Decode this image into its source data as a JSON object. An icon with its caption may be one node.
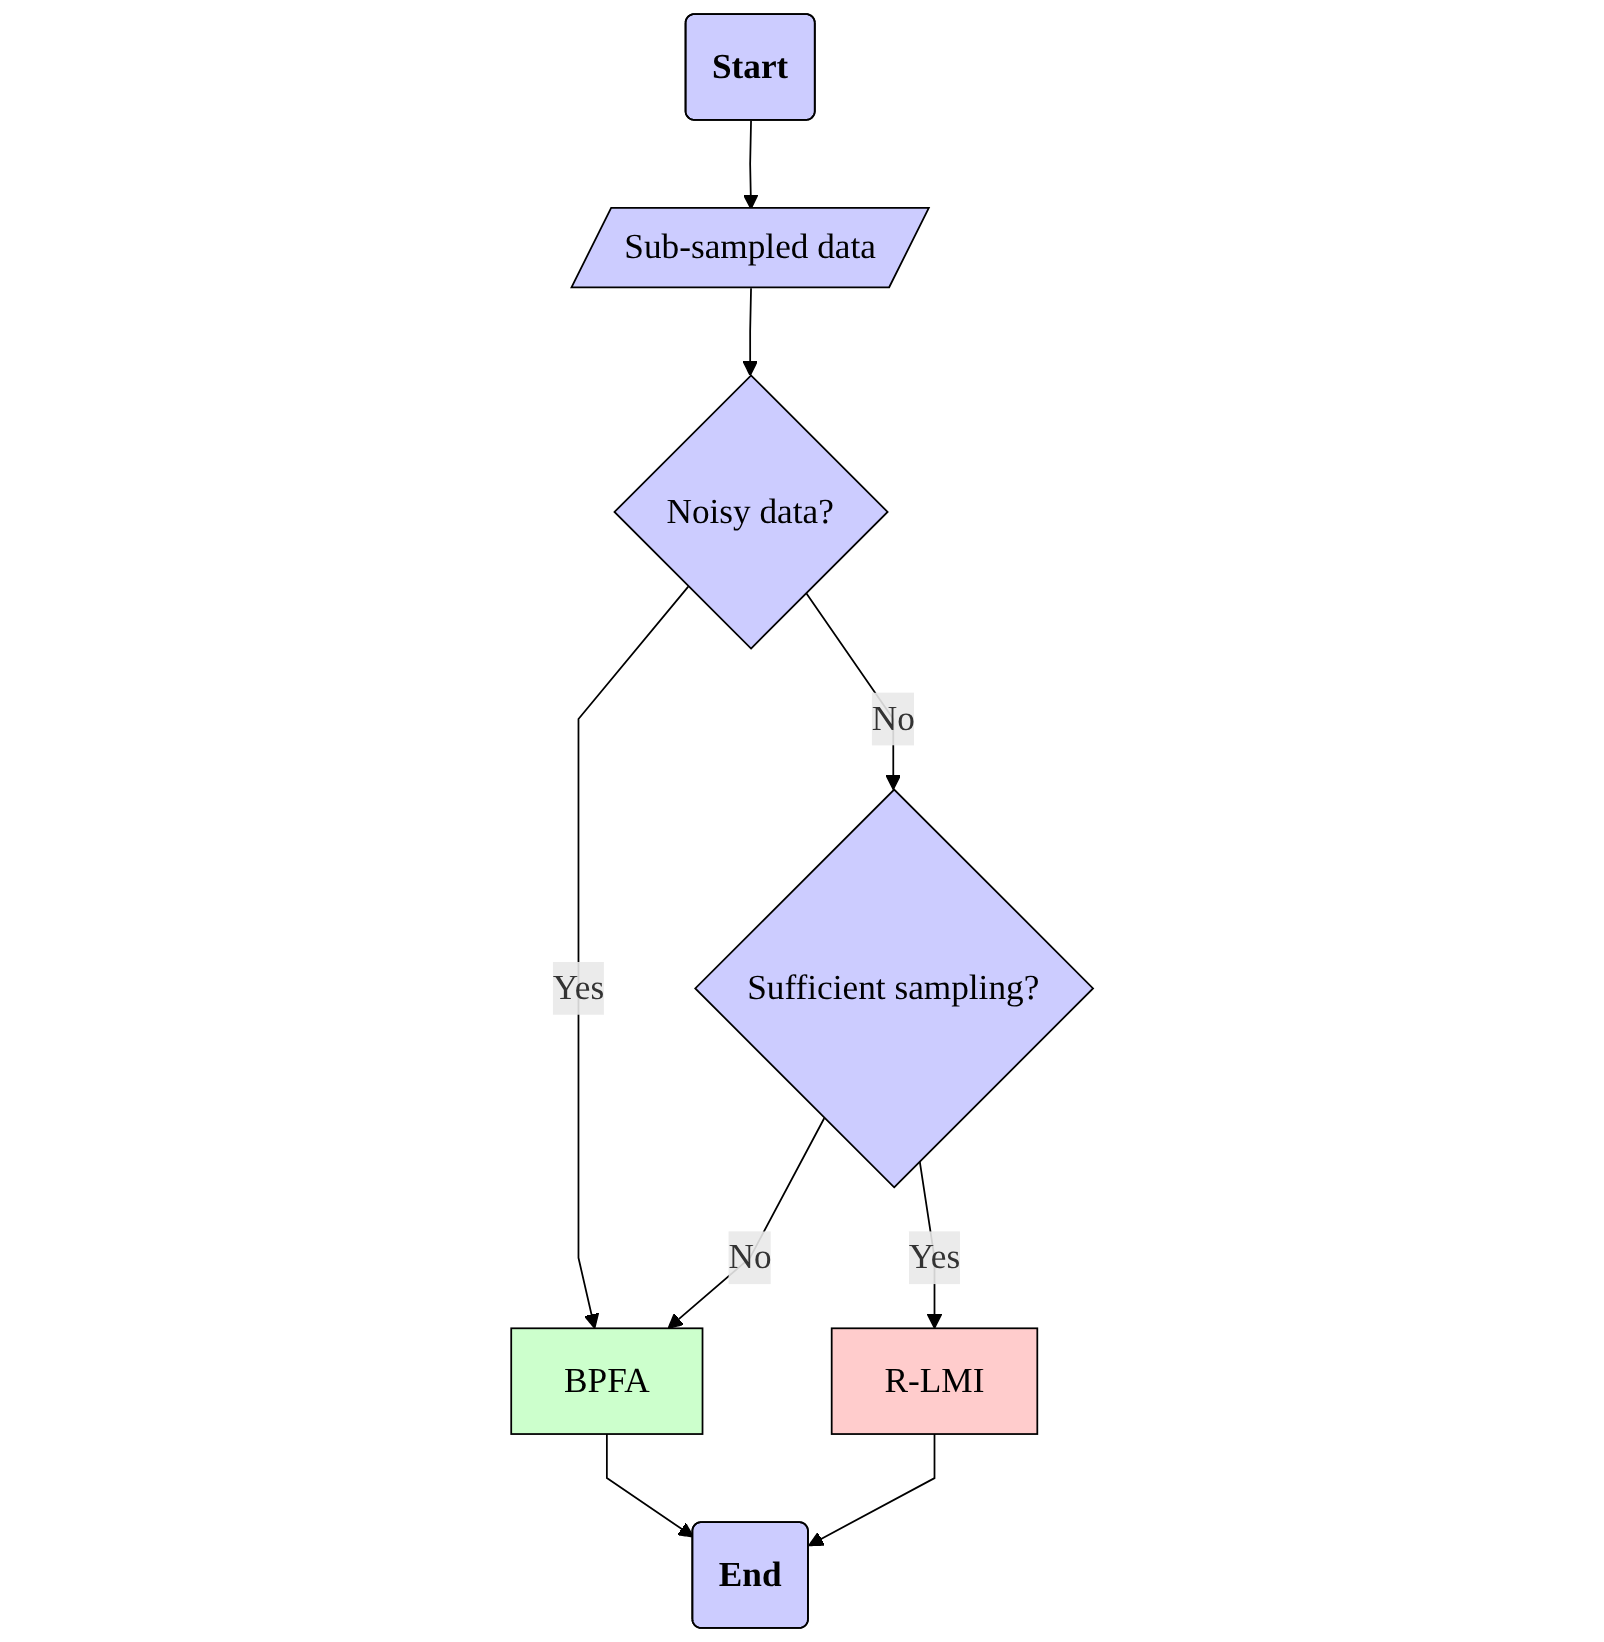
{
  "diagram": {
    "nodes": [
      {
        "text": [
          "Start"
        ]
      },
      {
        "text": [
          "Sub-sampled data"
        ]
      },
      {
        "text": [
          "Noisy data?"
        ]
      },
      {
        "text": [
          "Sufficient sampling?"
        ]
      },
      {
        "text": [
          "BPFA"
        ]
      },
      {
        "text": [
          "End"
        ]
      },
      {
        "text": [
          "R-LMI"
        ]
      }
    ],
    "edges": [
      {
        "from": 0,
        "to": 1,
        "arrow": "to"
      },
      {
        "from": 1,
        "to": 2,
        "arrow": "to"
      },
      {
        "from": 2,
        "to": 3,
        "label": "No",
        "arrow": "to"
      },
      {
        "from": 2,
        "to": 4,
        "label": "Yes",
        "arrow": "to"
      },
      {
        "from": 3,
        "to": 4,
        "label": "No",
        "arrow": "to"
      },
      {
        "from": 3,
        "to": 6,
        "label": "Yes",
        "arrow": "to"
      },
      {
        "from": 4,
        "to": 5,
        "arrow": "to"
      },
      {
        "from": 6,
        "to": 5,
        "arrow": "to"
      }
    ]
  }
}
